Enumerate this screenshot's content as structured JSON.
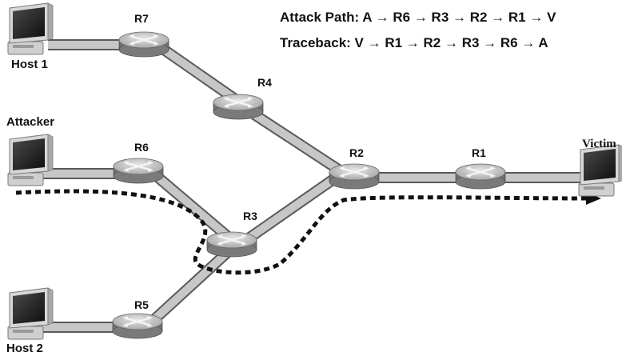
{
  "header": {
    "attack_path": "Attack Path: A → R6 → R3 → R2 → R1 → V",
    "traceback": "Traceback:  V → R1 → R2 → R3 → R6 → A"
  },
  "hosts": {
    "host1": "Host 1",
    "attacker": "Attacker",
    "host2": "Host 2",
    "victim": "Victim"
  },
  "routers": {
    "r1": "R1",
    "r2": "R2",
    "r3": "R3",
    "r4": "R4",
    "r5": "R5",
    "r6": "R6",
    "r7": "R7"
  }
}
